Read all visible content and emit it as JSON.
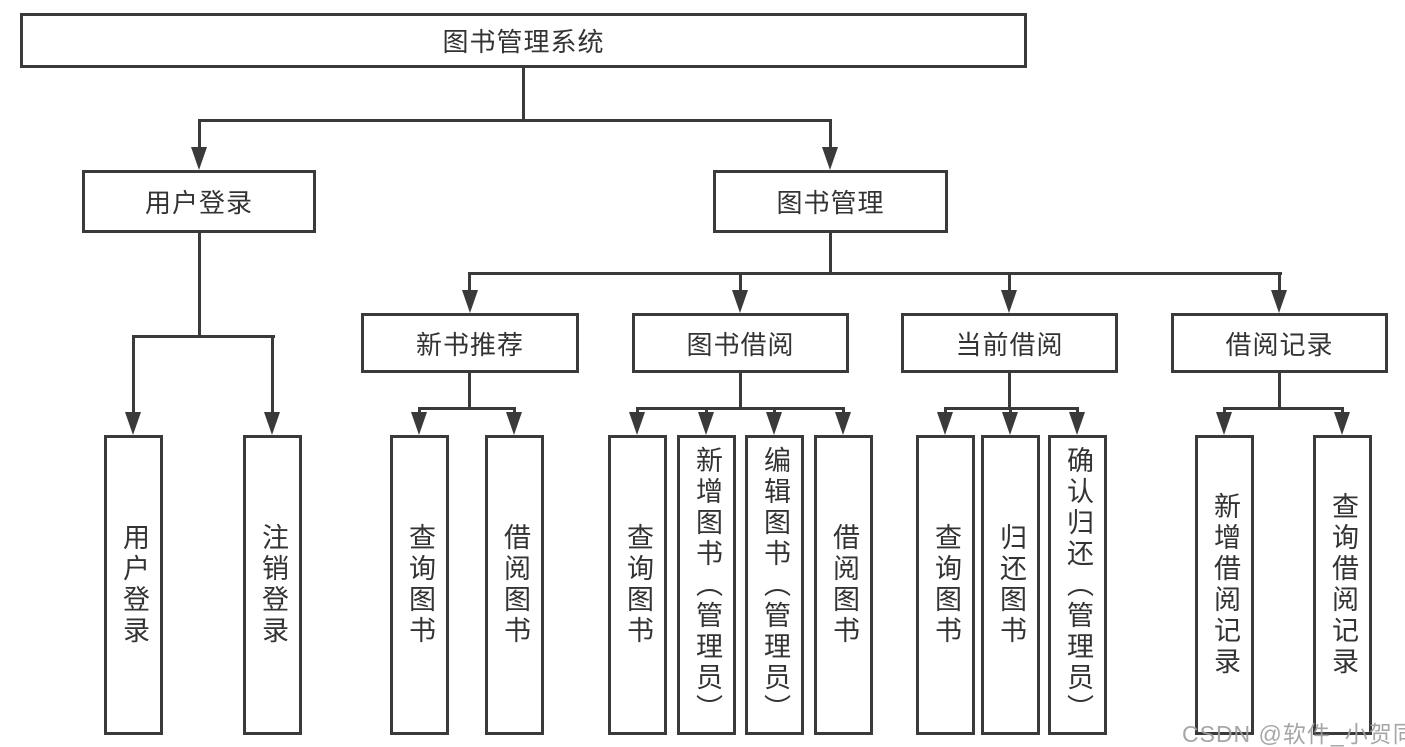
{
  "tree": {
    "root": {
      "label": "图书管理系统",
      "children": [
        {
          "label": "用户登录",
          "children": [
            {
              "label": "用户登录"
            },
            {
              "label": "注销登录"
            }
          ]
        },
        {
          "label": "图书管理",
          "children": [
            {
              "label": "新书推荐",
              "children": [
                {
                  "label": "查询图书"
                },
                {
                  "label": "借阅图书"
                }
              ]
            },
            {
              "label": "图书借阅",
              "children": [
                {
                  "label": "查询图书"
                },
                {
                  "label": "新增图书（管理员）"
                },
                {
                  "label": "编辑图书（管理员）"
                },
                {
                  "label": "借阅图书"
                }
              ]
            },
            {
              "label": "当前借阅",
              "children": [
                {
                  "label": "查询图书"
                },
                {
                  "label": "归还图书"
                },
                {
                  "label": "确认归还（管理员）"
                }
              ]
            },
            {
              "label": "借阅记录",
              "children": [
                {
                  "label": "新增借阅记录"
                },
                {
                  "label": "查询借阅记录"
                }
              ]
            }
          ]
        }
      ]
    }
  },
  "watermark": {
    "text": "CSDN @软件_小贺同学"
  },
  "colors": {
    "line": "#3a3a3a",
    "text": "#333333",
    "background": "#ffffff",
    "watermark": "#9e9e9e"
  }
}
